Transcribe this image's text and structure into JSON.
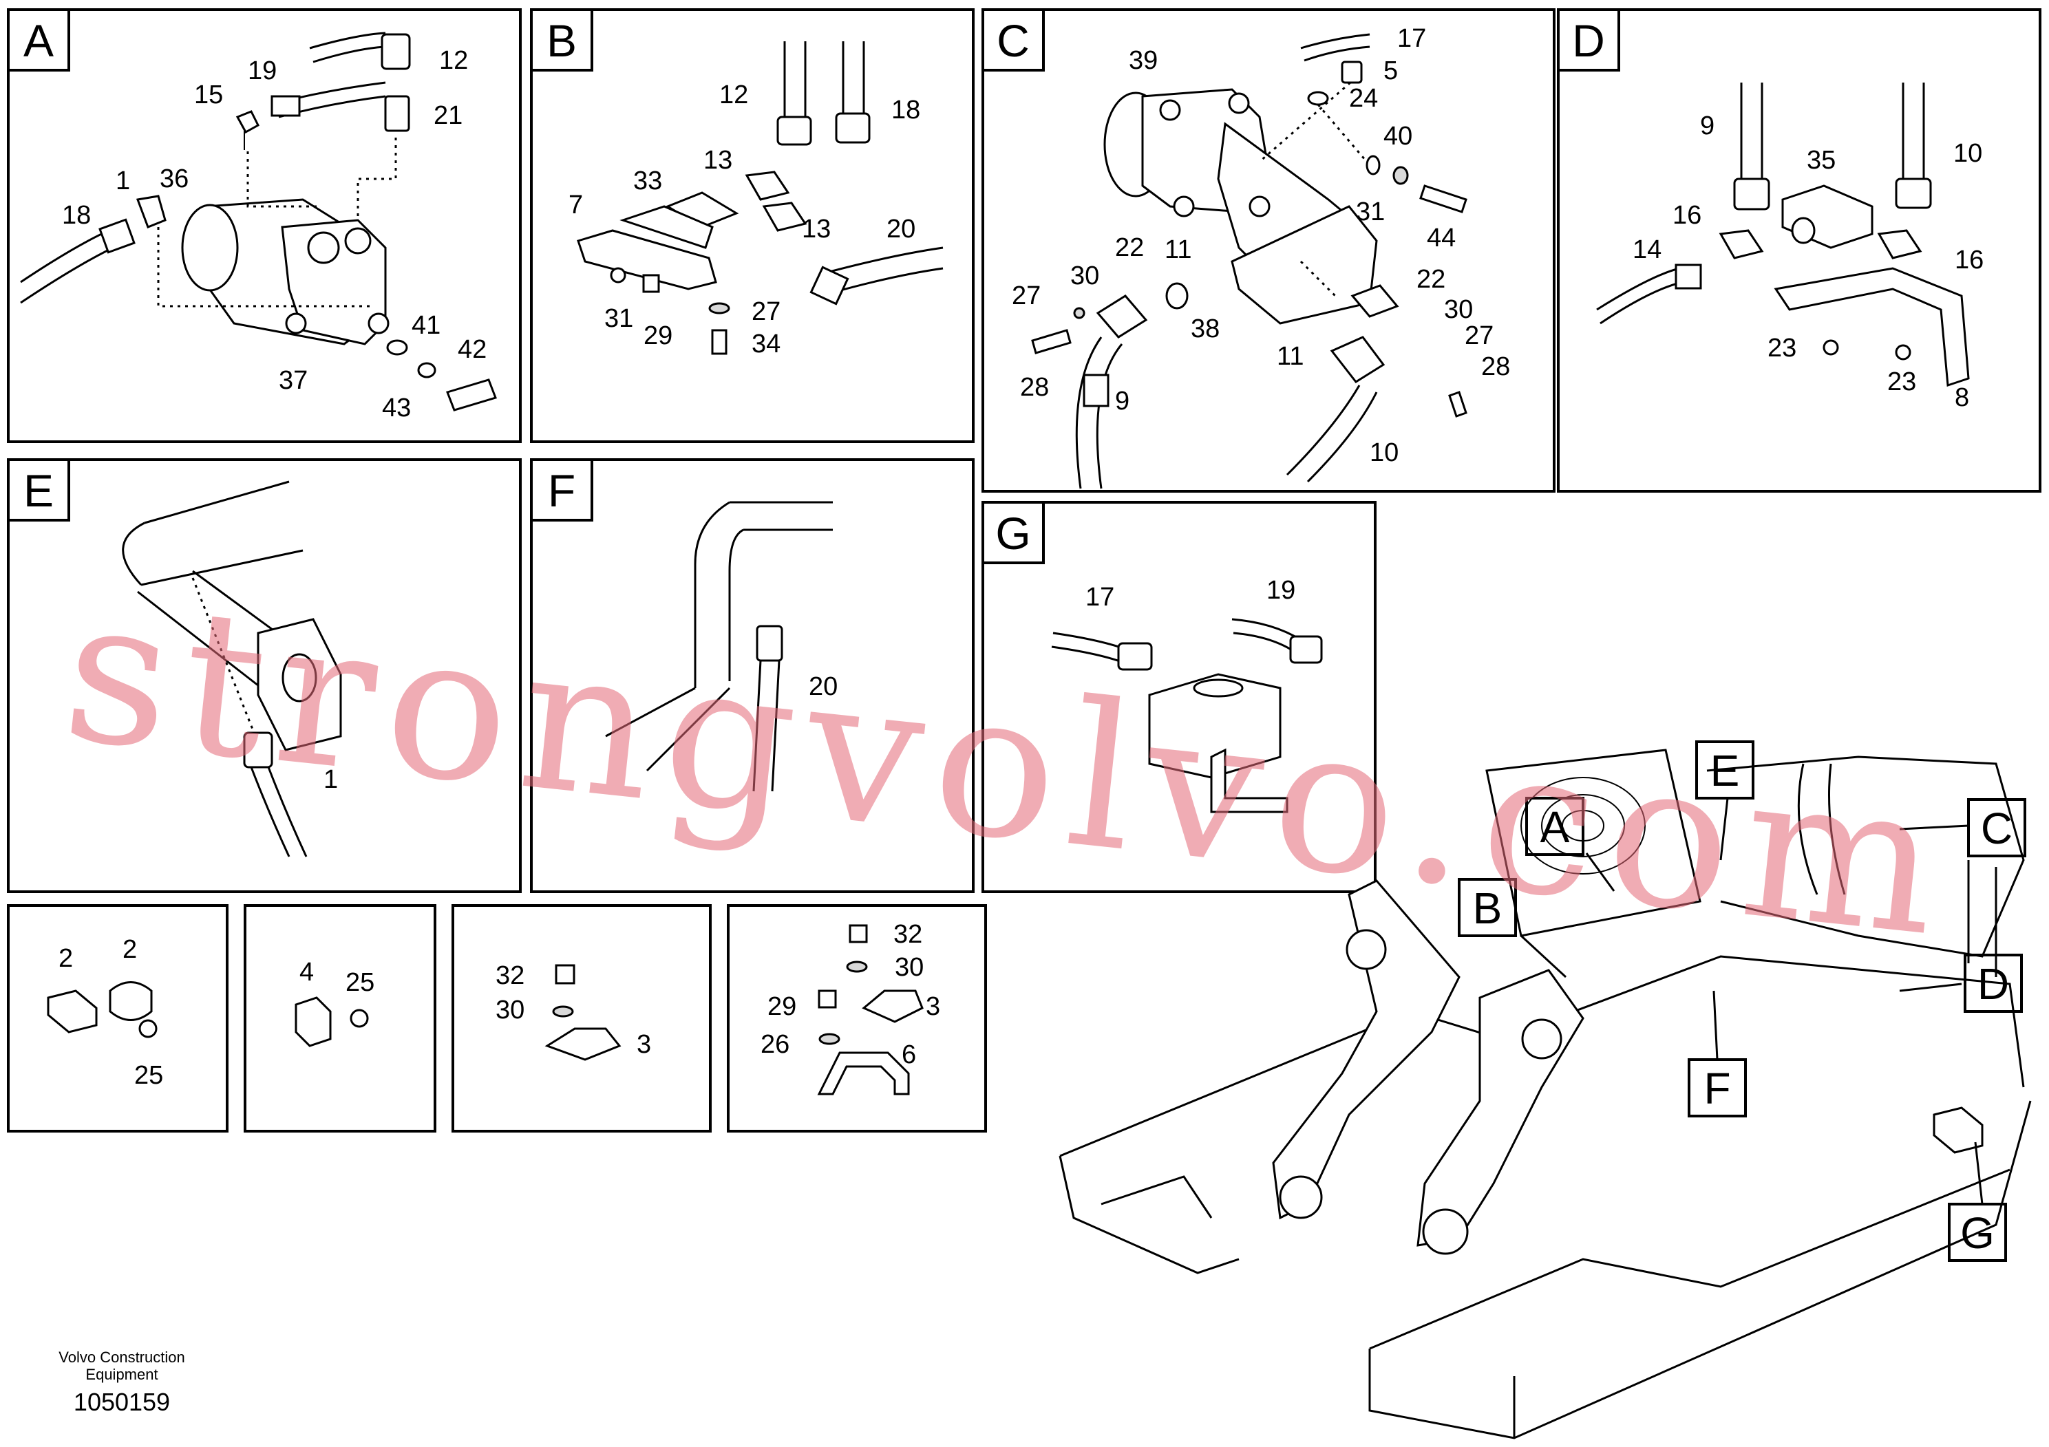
{
  "panels": [
    {
      "letter": "A",
      "labels": [
        "1",
        "36",
        "18",
        "15",
        "19",
        "12",
        "21",
        "37",
        "41",
        "42",
        "43"
      ]
    },
    {
      "letter": "B",
      "labels": [
        "12",
        "18",
        "33",
        "13",
        "13",
        "7",
        "20",
        "31",
        "29",
        "27",
        "34"
      ]
    },
    {
      "letter": "C",
      "labels": [
        "39",
        "17",
        "5",
        "24",
        "40",
        "31",
        "44",
        "22",
        "11",
        "30",
        "27",
        "28",
        "9",
        "38",
        "22",
        "30",
        "27",
        "11",
        "28",
        "10"
      ]
    },
    {
      "letter": "D",
      "labels": [
        "9",
        "10",
        "35",
        "16",
        "16",
        "14",
        "23",
        "23",
        "8"
      ]
    },
    {
      "letter": "E",
      "labels": [
        "1"
      ]
    },
    {
      "letter": "F",
      "labels": [
        "20"
      ]
    },
    {
      "letter": "G",
      "labels": [
        "17",
        "19"
      ]
    },
    {
      "letter": "",
      "labels": [
        "2",
        "2",
        "25"
      ]
    },
    {
      "letter": "",
      "labels": [
        "4",
        "25"
      ]
    },
    {
      "letter": "",
      "labels": [
        "32",
        "30",
        "3"
      ]
    },
    {
      "letter": "",
      "labels": [
        "32",
        "30",
        "29",
        "3",
        "26",
        "6"
      ]
    }
  ],
  "overview": {
    "callouts": [
      "A",
      "E",
      "C",
      "B",
      "D",
      "F",
      "G"
    ]
  },
  "footer": {
    "company_line1": "Volvo Construction",
    "company_line2": "Equipment",
    "drawing_number": "1050159"
  },
  "watermark": "strongvolvo.com",
  "colors": {
    "line": "#000000",
    "background": "#ffffff",
    "watermark": "#e46a78"
  }
}
